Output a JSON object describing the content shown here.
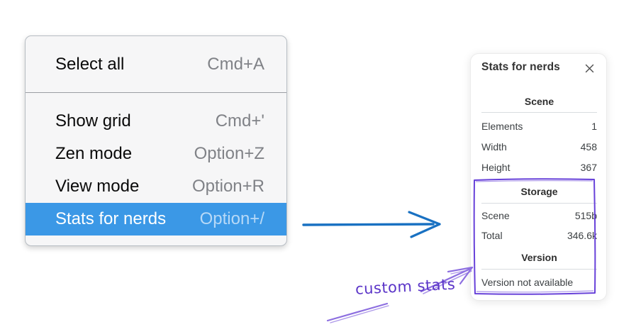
{
  "menu": {
    "select_all": {
      "label": "Select all",
      "shortcut": "Cmd+A"
    },
    "show_grid": {
      "label": "Show grid",
      "shortcut": "Cmd+'"
    },
    "zen_mode": {
      "label": "Zen mode",
      "shortcut": "Option+Z"
    },
    "view_mode": {
      "label": "View mode",
      "shortcut": "Option+R"
    },
    "stats_for_nerds": {
      "label": "Stats for nerds",
      "shortcut": "Option+/"
    }
  },
  "panel": {
    "title": "Stats for nerds",
    "scene": {
      "header": "Scene",
      "rows": [
        {
          "label": "Elements",
          "value": "1"
        },
        {
          "label": "Width",
          "value": "458"
        },
        {
          "label": "Height",
          "value": "367"
        }
      ]
    },
    "storage": {
      "header": "Storage",
      "rows": [
        {
          "label": "Scene",
          "value": "515b"
        },
        {
          "label": "Total",
          "value": "346.6k"
        }
      ]
    },
    "version": {
      "header": "Version",
      "note": "Version not available"
    }
  },
  "annotation": {
    "label": "custom stats"
  },
  "icons": {
    "close": "x-cross"
  },
  "colors": {
    "menu_highlight": "#3b98e6",
    "flow_arrow_blue": "#1971c2",
    "annotation_box_violet": "#6741d9",
    "annotation_arrow_violet": "#8d6fe0",
    "annotation_text_violet": "#5b35c8"
  }
}
